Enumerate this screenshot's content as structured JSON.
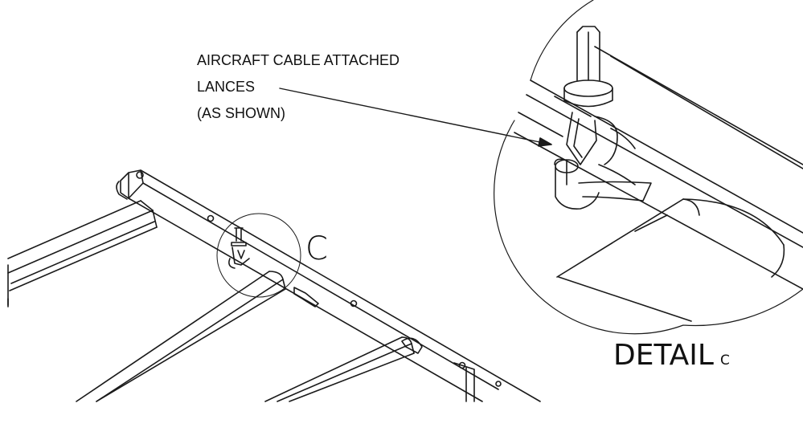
{
  "callout": {
    "line1": "AIRCRAFT CABLE ATTACHED",
    "line2": "LANCES",
    "line3": "(AS SHOWN)"
  },
  "detail_marker": "C",
  "detail_title": {
    "word": "DETAIL",
    "letter": "C"
  },
  "colors": {
    "line": "#1a1a1a",
    "background": "#ffffff"
  }
}
